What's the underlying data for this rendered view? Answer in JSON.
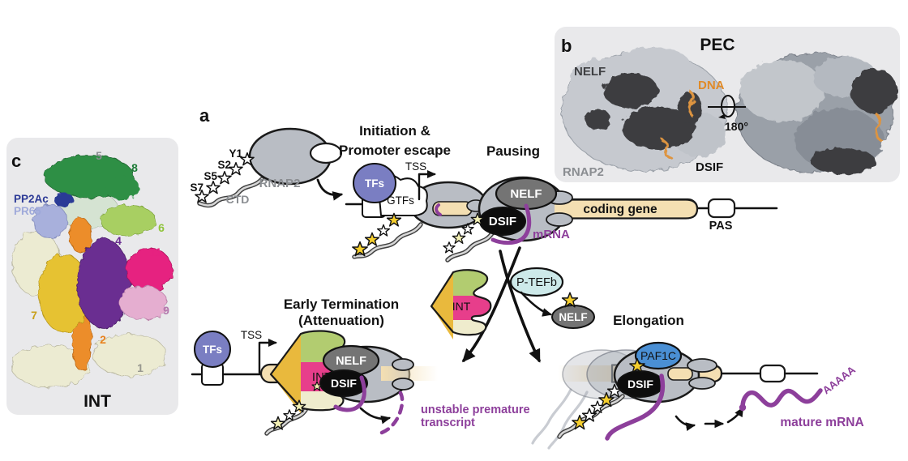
{
  "panel_a": {
    "label": "a",
    "headings": {
      "initiation_line1": "Initiation &",
      "initiation_line2": "Promoter escape",
      "pausing": "Pausing",
      "early_line1": "Early Termination",
      "early_line2": "(Attenuation)",
      "elongation": "Elongation"
    },
    "rnap2_label": "RNAP2",
    "ctd_label": "CTD",
    "residues": [
      "Y1",
      "S2",
      "S5",
      "S7"
    ],
    "factors": {
      "tfs": "TFs",
      "gtfs": "GTFs",
      "nelf": "NELF",
      "dsif": "DSIF",
      "ptefb": "P-TEFb",
      "paf1c": "PAF1C",
      "int": "INT"
    },
    "gene": {
      "tss": "TSS",
      "coding_gene": "coding gene",
      "pas": "PAS"
    },
    "rna": {
      "mrna": "mRNA",
      "unstable_line1": "unstable premature",
      "unstable_line2": "transcript",
      "mature": "mature mRNA",
      "polya": "AAAAA"
    }
  },
  "panel_b": {
    "label": "b",
    "title": "PEC",
    "labels": {
      "nelf": "NELF",
      "dna": "DNA",
      "rnap2": "RNAP2",
      "dsif": "DSIF",
      "rotation": "180°"
    }
  },
  "panel_c": {
    "label": "c",
    "title": "INT",
    "labels": {
      "pp2ac": "PP2Ac",
      "pr65": "PR65"
    },
    "subunits": [
      "5",
      "8",
      "6",
      "4",
      "11",
      "9",
      "7",
      "2",
      "1"
    ]
  },
  "colors": {
    "panel_bg": "#e9e9eb",
    "gene_bar": "#f4dfb2",
    "polymerase_gray": "#b9bdc4",
    "mrna_purple": "#8d3f9b",
    "tfs_purple": "#7a7ec2",
    "ptefb_cyan": "#cde9e9",
    "paf1c_blue": "#4a8fd4",
    "nelf_gray": "#747474",
    "dsif_black": "#0d0d0d",
    "star_yellow": "#f5ce2e",
    "star_pale": "#f3f0b4",
    "int_gold": "#e9b93d",
    "int_green": "#b2cc70",
    "int_magenta": "#e73e8b",
    "int_cream": "#efeccd",
    "dna_orange": "#dd9440",
    "pp2ac_navy": "#2c3a96",
    "pr65_periwinkle": "#9fa9da"
  }
}
